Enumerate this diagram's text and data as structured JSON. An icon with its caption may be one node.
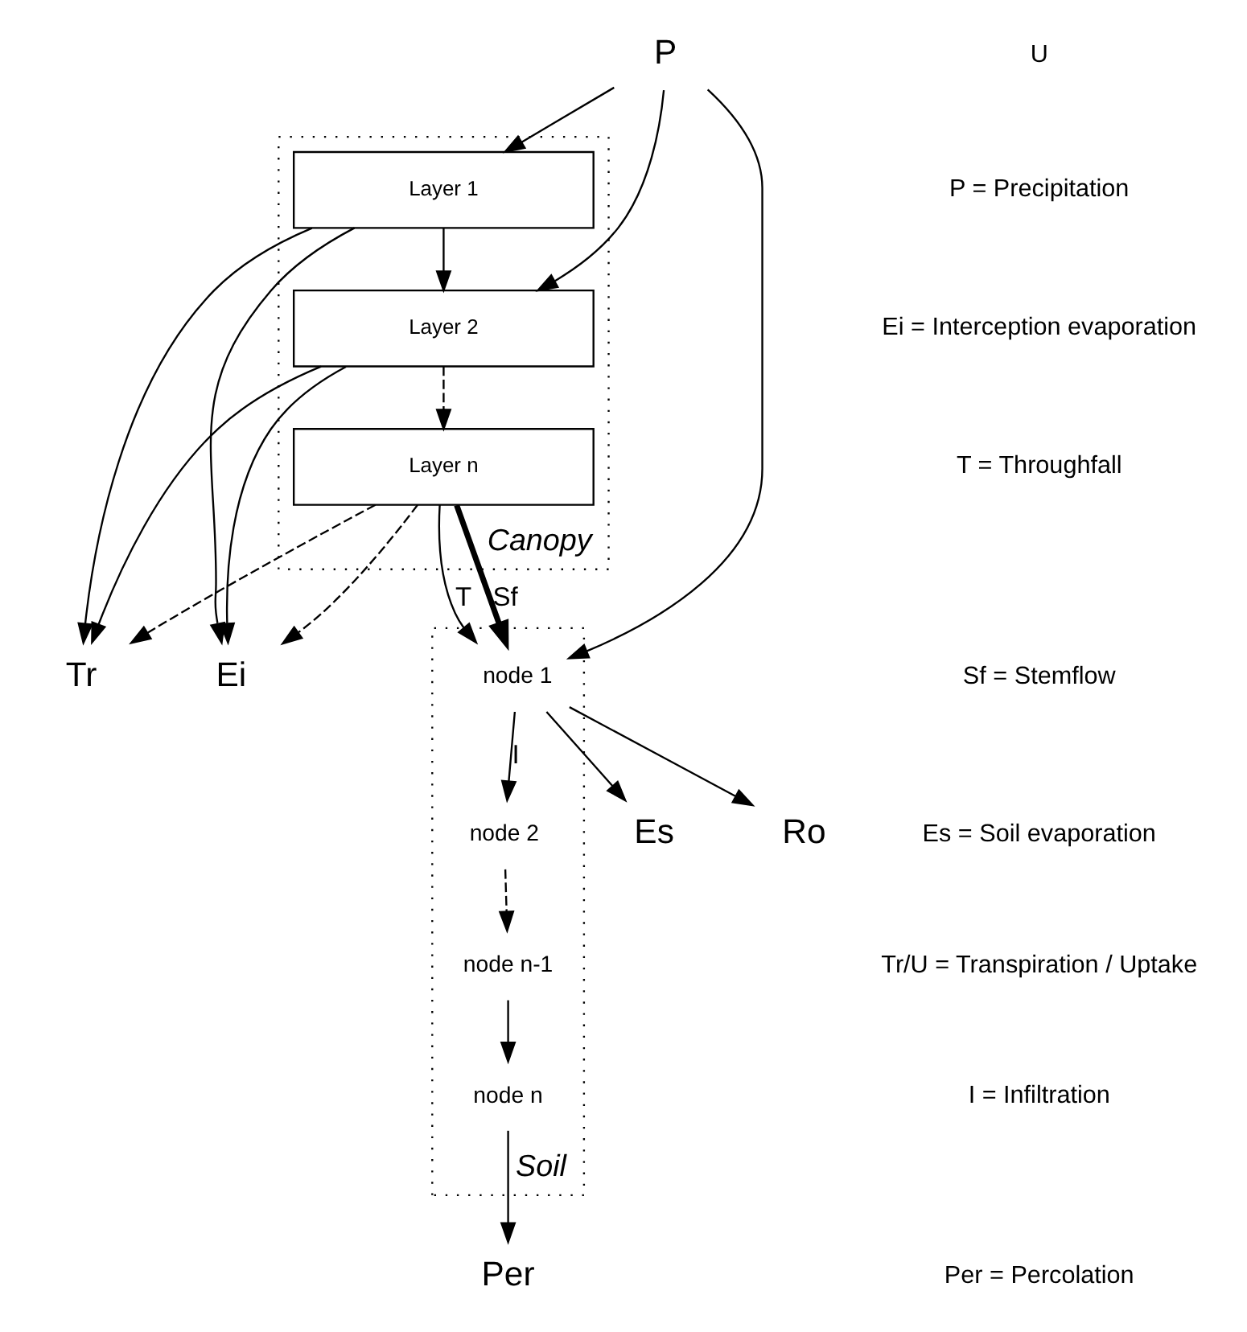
{
  "diagram": {
    "nodes": [
      {
        "text": [
          "Canopy"
        ]
      },
      {
        "text": [
          "Layer 1"
        ],
        "in": 0
      },
      {
        "text": [
          "Layer 2"
        ],
        "in": 0
      },
      {
        "text": [
          "Layer n"
        ],
        "in": 0
      },
      {
        "text": [
          "P"
        ]
      },
      {
        "text": [
          "Tr"
        ]
      },
      {
        "text": [
          "Ei"
        ]
      },
      {
        "text": [
          "Soil"
        ]
      },
      {
        "text": [
          "node 1"
        ],
        "in": 7
      },
      {
        "text": [
          "node 2"
        ],
        "in": 7
      },
      {
        "text": [
          "node n-1"
        ],
        "in": 7
      },
      {
        "text": [
          "node n"
        ],
        "in": 7
      },
      {
        "text": [
          "Es"
        ]
      },
      {
        "text": [
          "Ro"
        ]
      },
      {
        "text": [
          "Per"
        ]
      }
    ],
    "edges": [
      {
        "from": 4,
        "to": 1,
        "arrow": "to"
      },
      {
        "from": 4,
        "to": 2,
        "arrow": "to"
      },
      {
        "from": 1,
        "to": 2,
        "arrow": "to"
      },
      {
        "from": 2,
        "to": 3,
        "arrow": "to",
        "style": "dashed"
      },
      {
        "from": 1,
        "to": 6,
        "arrow": "to"
      },
      {
        "from": 2,
        "to": 6,
        "arrow": "to"
      },
      {
        "from": 3,
        "to": 6,
        "arrow": "to",
        "style": "dashed"
      },
      {
        "from": 1,
        "to": 5,
        "arrow": "to"
      },
      {
        "from": 2,
        "to": 5,
        "arrow": "to"
      },
      {
        "from": 3,
        "to": 5,
        "arrow": "to",
        "style": "dashed"
      },
      {
        "from": 3,
        "to": 8,
        "label": "Sf",
        "arrow": "to",
        "style": "thick"
      },
      {
        "from": 3,
        "to": 8,
        "label": "T",
        "arrow": "to"
      },
      {
        "from": 4,
        "to": 8,
        "arrow": "to"
      },
      {
        "from": 8,
        "to": 12,
        "arrow": "to"
      },
      {
        "from": 8,
        "to": 13,
        "arrow": "to"
      },
      {
        "from": 8,
        "to": 9,
        "label": "I",
        "arrow": "to"
      },
      {
        "from": 9,
        "to": 10,
        "arrow": "to",
        "style": "dashed"
      },
      {
        "from": 10,
        "to": 11,
        "arrow": "to"
      },
      {
        "from": 11,
        "to": 14,
        "arrow": "to"
      }
    ],
    "labels": [
      "U",
      "P = Precipitation",
      "Ei = Interception evaporation",
      "T = Throughfall",
      "Sf = Stemflow",
      "Es = Soil evaporation",
      "Tr/U = Transpiration / Uptake",
      "I = Infiltration",
      "Per = Percolation"
    ]
  }
}
